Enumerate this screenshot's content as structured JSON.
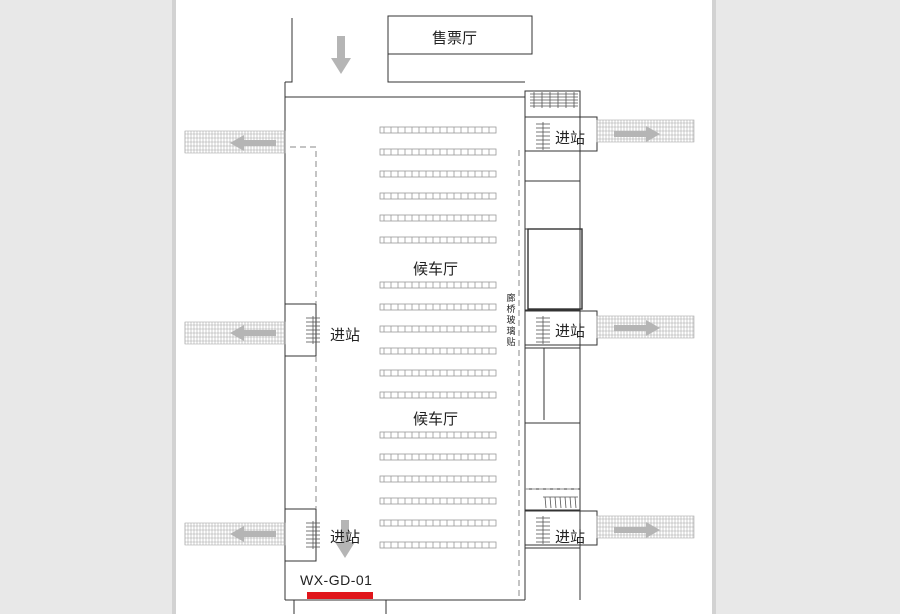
{
  "labels": {
    "ticket_hall": "售票厅",
    "waiting_hall_upper": "候车厅",
    "waiting_hall_lower": "候车厅",
    "corridor_glass": "廊桥玻璃贴",
    "entry_right_top": "进站",
    "entry_left_mid": "进站",
    "entry_right_mid": "进站",
    "entry_left_bottom": "进站",
    "entry_right_bottom": "进站"
  },
  "ad_spot": {
    "code": "WX-GD-01",
    "color": "#e0161b"
  },
  "colors": {
    "background": "#e8e8e8",
    "sheet": "#ffffff",
    "line": "#333333",
    "arrow": "#b5b5b5",
    "bench": "#999999"
  },
  "icons": [
    "down-arrow-icon",
    "left-arrow-icon",
    "right-arrow-icon",
    "stairs-icon"
  ]
}
